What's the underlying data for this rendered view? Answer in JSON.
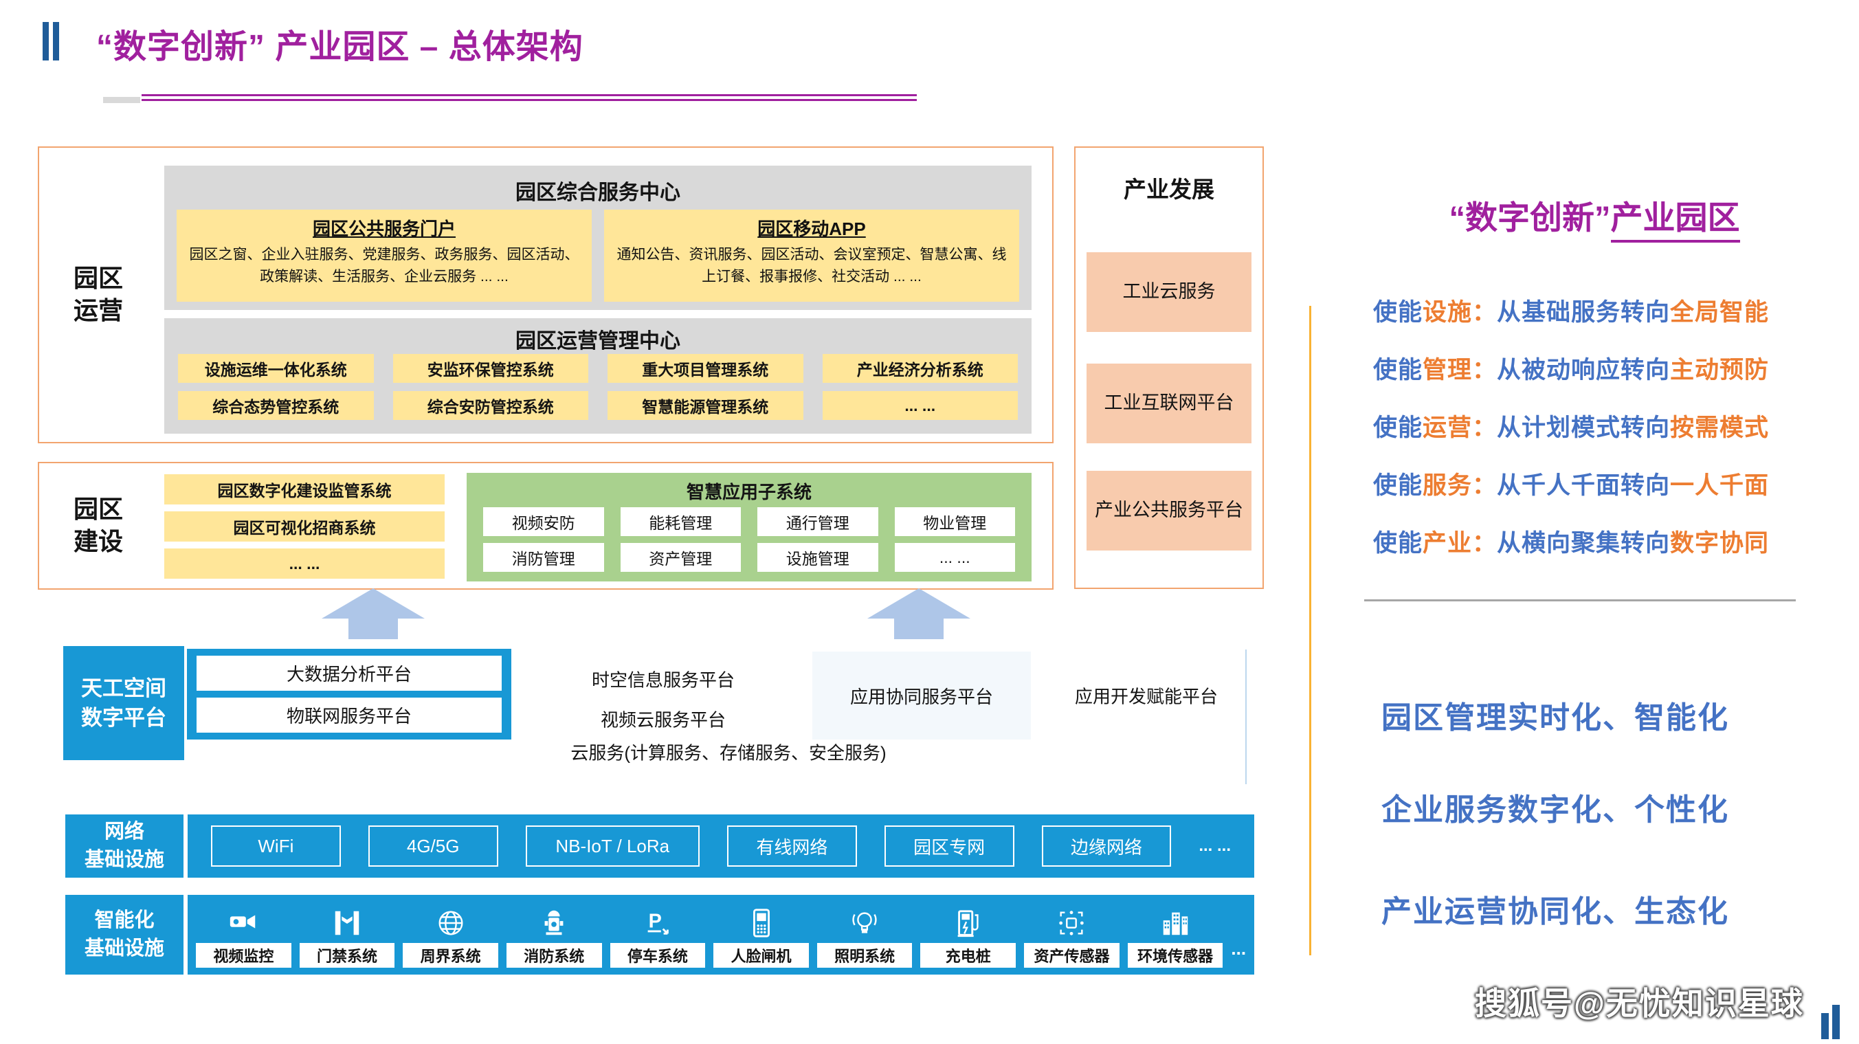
{
  "header": {
    "title": "“数字创新” 产业园区 – 总体架构"
  },
  "park_operation": {
    "label_l1": "园区",
    "label_l2": "运营",
    "service_center": {
      "title": "园区综合服务中心",
      "portal_title": "园区公共服务门户",
      "portal_body": "园区之窗、企业入驻服务、党建服务、政务服务、园区活动、政策解读、生活服务、企业云服务 ... ...",
      "app_title": "园区移动APP",
      "app_body": "通知公告、资讯服务、园区活动、会议室预定、智慧公寓、线上订餐、报事报修、社交活动 ... ..."
    },
    "mgmt_center": {
      "title": "园区运营管理中心",
      "systems": [
        "设施运维一体化系统",
        "安监环保管控系统",
        "重大项目管理系统",
        "产业经济分析系统",
        "综合态势管控系统",
        "综合安防管控系统",
        "智慧能源管理系统",
        "... ..."
      ]
    }
  },
  "park_construction": {
    "label_l1": "园区",
    "label_l2": "建设",
    "left_items": [
      "园区数字化建设监管系统",
      "园区可视化招商系统",
      "... ..."
    ],
    "smart_apps": {
      "title": "智慧应用子系统",
      "items": [
        "视频安防",
        "能耗管理",
        "通行管理",
        "物业管理",
        "消防管理",
        "资产管理",
        "设施管理",
        "... ..."
      ]
    }
  },
  "digital_platform": {
    "label_l1": "天工空间",
    "label_l2": "数字平台",
    "boxed_items": [
      "大数据分析平台",
      "物联网服务平台"
    ],
    "text_items": [
      "时空信息服务平台",
      "视频云服务平台"
    ],
    "cloud_text": "云服务(计算服务、存储服务、安全服务)",
    "collab_box": "应用协同服务平台",
    "dev_text": "应用开发赋能平台"
  },
  "network_infra": {
    "label_l1": "网络",
    "label_l2": "基础设施",
    "items": [
      "WiFi",
      "4G/5G",
      "NB-IoT / LoRa",
      "有线网络",
      "园区专网",
      "边缘网络"
    ],
    "more": "... ..."
  },
  "intelligent_infra": {
    "label_l1": "智能化",
    "label_l2": "基础设施",
    "items": [
      {
        "icon": "video-camera-icon",
        "label": "视频监控"
      },
      {
        "icon": "gate-icon",
        "label": "门禁系统"
      },
      {
        "icon": "globe-icon",
        "label": "周界系统"
      },
      {
        "icon": "hydrant-icon",
        "label": "消防系统"
      },
      {
        "icon": "parking-icon",
        "label": "停车系统"
      },
      {
        "icon": "face-terminal-icon",
        "label": "人脸闸机"
      },
      {
        "icon": "light-bulb-icon",
        "label": "照明系统"
      },
      {
        "icon": "ev-charger-icon",
        "label": "充电桩"
      },
      {
        "icon": "asset-sensor-icon",
        "label": "资产传感器"
      },
      {
        "icon": "env-sensor-icon",
        "label": "环境传感器"
      }
    ],
    "more": "..."
  },
  "industry_dev": {
    "title": "产业发展",
    "items": [
      "工业云服务",
      "工业互联网平台",
      "产业公共服务平台"
    ]
  },
  "right_panel": {
    "title_a": "“数字创新”",
    "title_b": "产业园区",
    "enablers": [
      {
        "p1": "使能",
        "p2": "设施：",
        "mid": "从基础服务转向",
        "tail": "全局智能"
      },
      {
        "p1": "使能",
        "p2": "管理：",
        "mid": "从被动响应转向",
        "tail": "主动预防"
      },
      {
        "p1": "使能",
        "p2": "运营：",
        "mid": "从计划模式转向",
        "tail": "按需模式"
      },
      {
        "p1": "使能",
        "p2": "服务：",
        "mid": "从千人千面转向",
        "tail": "一人千面"
      },
      {
        "p1": "使能",
        "p2": "产业：",
        "mid": "从横向聚集转向",
        "tail": "数字协同"
      }
    ],
    "outcomes": [
      "园区管理实时化、智能化",
      "企业服务数字化、个性化",
      "产业运营协同化、生态化"
    ]
  },
  "watermark": "搜狐号@无忧知识星球",
  "colors": {
    "title_purple": "#A0209E",
    "accent_blue": "#4472C4",
    "accent_orange": "#ED7D31",
    "infra_blue": "#1898D5",
    "box_yellow": "#FFE699",
    "box_gray": "#D9D9D9",
    "box_green": "#A9D18E",
    "box_peach": "#F8CBAD",
    "border_orange": "#F2A46F",
    "arrow_blue": "#AEC6E8",
    "divider_orange": "#F9B233"
  }
}
